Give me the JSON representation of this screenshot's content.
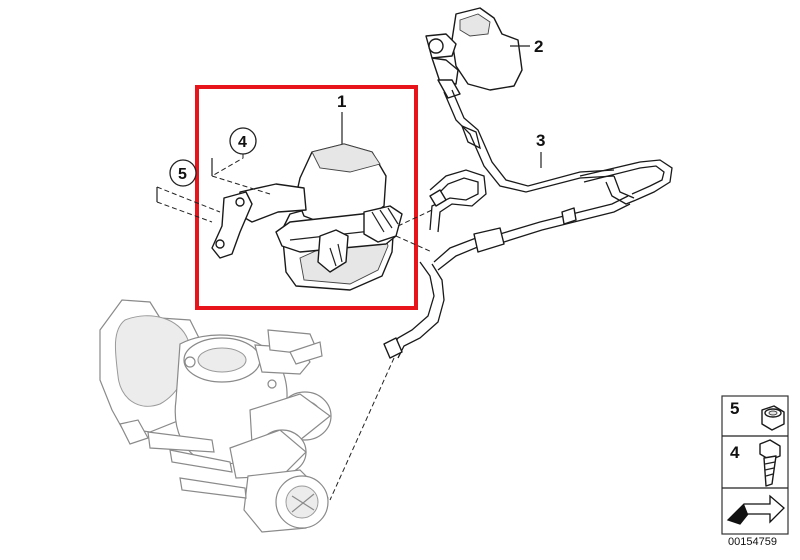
{
  "callouts": {
    "part1": "1",
    "part2": "2",
    "part3": "3",
    "part4": "4",
    "part5": "5"
  },
  "legend": {
    "item5": "5",
    "item4": "4"
  },
  "diagram_id": "00154759",
  "colors": {
    "highlight_frame": "#e8141c",
    "line_art": "#1a1a1a",
    "ghost_parts": "#8a8a8a"
  },
  "icons": [
    "nut-icon",
    "bolt-icon",
    "arrow-icon"
  ]
}
